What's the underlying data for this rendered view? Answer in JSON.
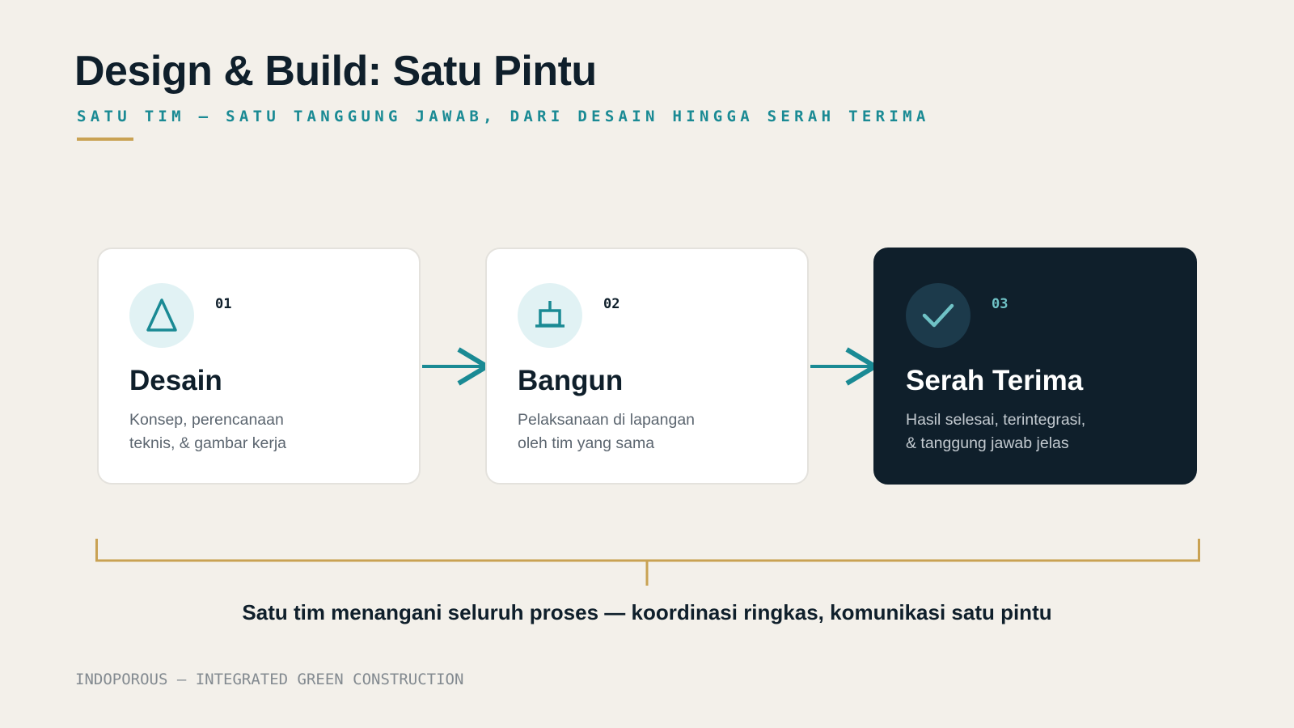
{
  "header": {
    "title": "Design & Build: Satu Pintu",
    "subtitle": "SATU TIM — SATU TANGGUNG JAWAB, DARI DESAIN HINGGA SERAH TERIMA"
  },
  "steps": [
    {
      "number": "01",
      "title": "Desain",
      "desc_line1": "Konsep, perencanaan",
      "desc_line2": "teknis, & gambar kerja",
      "icon": "triangle-drafting-icon"
    },
    {
      "number": "02",
      "title": "Bangun",
      "desc_line1": "Pelaksanaan di lapangan",
      "desc_line2": "oleh tim yang sama",
      "icon": "building-icon"
    },
    {
      "number": "03",
      "title": "Serah Terima",
      "desc_line1": "Hasil selesai, terintegrasi,",
      "desc_line2": "& tanggung jawab jelas",
      "icon": "checkmark-icon"
    }
  ],
  "tagline": "Satu tim menangani seluruh proses — koordinasi ringkas, komunikasi satu pintu",
  "footer": "INDOPOROUS — INTEGRATED GREEN CONSTRUCTION",
  "colors": {
    "background": "#f3f0ea",
    "navy": "#0f1f2b",
    "teal": "#1a8a94",
    "gold": "#c9a253",
    "icon_bg_light": "#e1f2f4",
    "icon_bg_dark": "#1c3a4b"
  }
}
